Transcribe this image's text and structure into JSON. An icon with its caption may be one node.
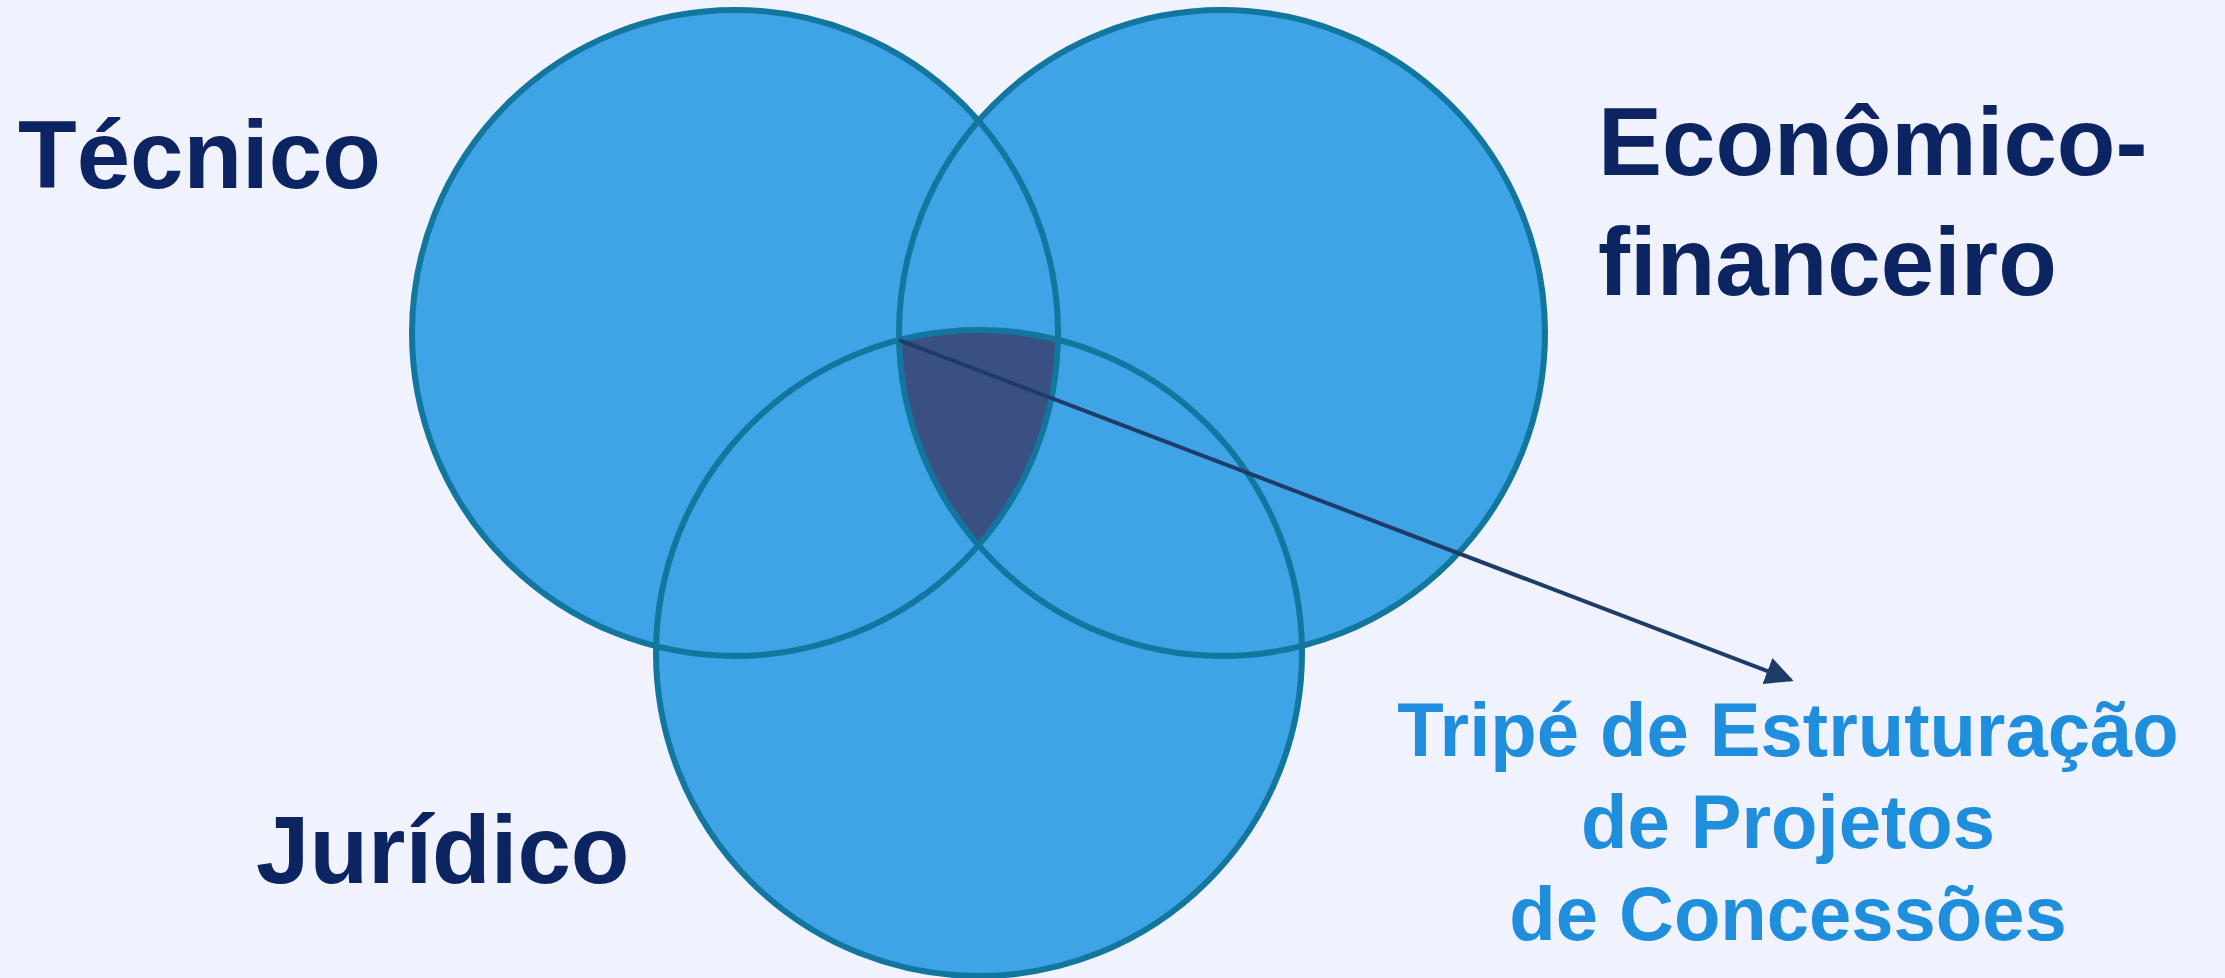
{
  "diagram": {
    "nodes": [
      {
        "text": [
          "Técnico"
        ]
      },
      {
        "text": [
          "Econômico-financeiro"
        ]
      },
      {
        "text": [
          "Jurídico"
        ]
      },
      {
        "text": [],
        "shape": "region"
      },
      {
        "text": [
          "Tripé de Estruturação de Projetos de Concessões"
        ]
      }
    ],
    "edges": [
      {
        "from": 3,
        "to": 4,
        "arrow": "to"
      }
    ]
  }
}
